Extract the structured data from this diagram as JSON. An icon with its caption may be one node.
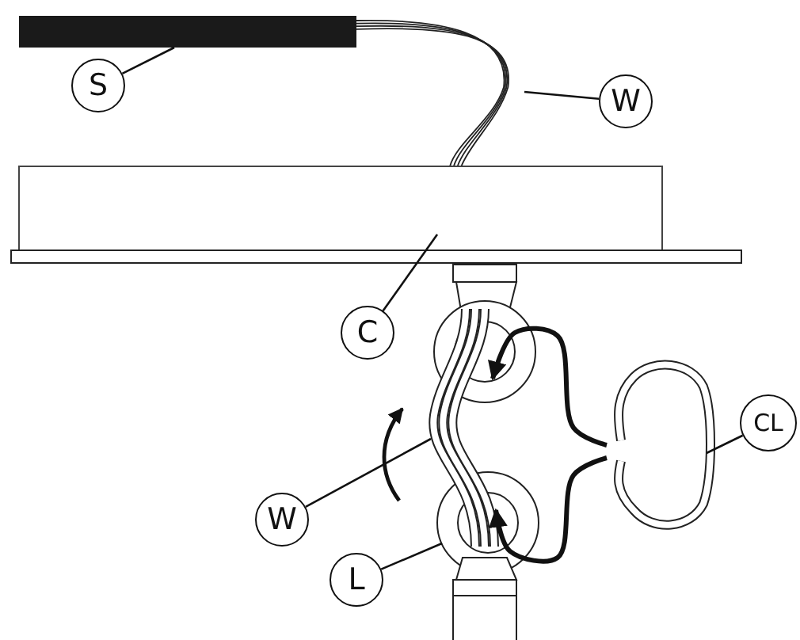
{
  "diagram": {
    "nodes": [
      {
        "text": [
          "S"
        ]
      },
      {
        "text": [
          "W"
        ]
      },
      {
        "text": [
          "C"
        ]
      },
      {
        "text": [
          "W"
        ]
      },
      {
        "text": [
          "L"
        ]
      },
      {
        "text": [
          "CL"
        ]
      },
      {
        "text": [],
        "shape": "bar"
      },
      {
        "text": [],
        "shape": "picture"
      },
      {
        "text": [],
        "shape": "box"
      },
      {
        "text": [],
        "shape": "picture"
      },
      {
        "text": [],
        "shape": "circle"
      },
      {
        "text": [],
        "shape": "picture"
      },
      {
        "text": [],
        "shape": "circle"
      }
    ],
    "edges": [
      {
        "from": 0,
        "to": 6,
        "arrow": "none"
      },
      {
        "from": 1,
        "to": 7,
        "arrow": "none"
      },
      {
        "from": 2,
        "to": 8,
        "arrow": "none"
      },
      {
        "from": 3,
        "to": 9,
        "arrow": "none"
      },
      {
        "from": 4,
        "to": 12,
        "arrow": "none"
      },
      {
        "from": 5,
        "to": 11,
        "arrow": "none"
      },
      {
        "from": 11,
        "to": 10,
        "arrow": "to",
        "style": "thick"
      },
      {
        "from": 11,
        "to": 12,
        "arrow": "to",
        "style": "thick"
      }
    ]
  }
}
